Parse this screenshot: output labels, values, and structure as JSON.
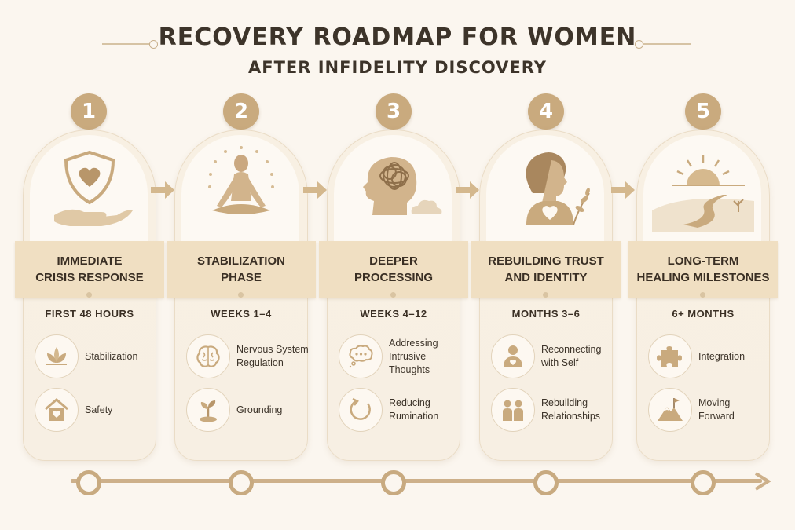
{
  "title": "RECOVERY ROADMAP FOR WOMEN",
  "subtitle": "AFTER INFIDELITY DISCOVERY",
  "colors": {
    "accent": "#c9aa7e",
    "banner": "#f0dfc2",
    "background": "#fbf6ef",
    "text": "#3b332b"
  },
  "stages": [
    {
      "number": "1",
      "title_line1": "IMMEDIATE",
      "title_line2": "CRISIS RESPONSE",
      "period": "FIRST 48 HOURS",
      "illustration": "heart-shield-hand-icon",
      "items": [
        {
          "icon": "lotus-icon",
          "line1": "Stabilization",
          "line2": ""
        },
        {
          "icon": "home-heart-icon",
          "line1": "Safety",
          "line2": ""
        }
      ]
    },
    {
      "number": "2",
      "title_line1": "STABILIZATION",
      "title_line2": "PHASE",
      "period": "WEEKS 1–4",
      "illustration": "meditating-woman-icon",
      "items": [
        {
          "icon": "brain-icon",
          "line1": "Nervous System",
          "line2": "Regulation"
        },
        {
          "icon": "sprout-icon",
          "line1": "Grounding",
          "line2": ""
        }
      ]
    },
    {
      "number": "3",
      "title_line1": "DEEPER",
      "title_line2": "PROCESSING",
      "period": "WEEKS 4–12",
      "illustration": "head-tangled-thoughts-icon",
      "items": [
        {
          "icon": "thought-bubble-icon",
          "line1": "Addressing",
          "line2": "Intrusive Thoughts"
        },
        {
          "icon": "circular-arrow-icon",
          "line1": "Reducing",
          "line2": "Rumination"
        }
      ]
    },
    {
      "number": "4",
      "title_line1": "REBUILDING TRUST",
      "title_line2": "AND IDENTITY",
      "period": "MONTHS 3–6",
      "illustration": "woman-profile-heart-icon",
      "items": [
        {
          "icon": "person-heart-icon",
          "line1": "Reconnecting",
          "line2": "with Self"
        },
        {
          "icon": "two-people-icon",
          "line1": "Rebuilding",
          "line2": "Relationships"
        }
      ]
    },
    {
      "number": "5",
      "title_line1": "LONG-TERM",
      "title_line2": "HEALING MILESTONES",
      "period": "6+ MONTHS",
      "illustration": "sunrise-path-icon",
      "items": [
        {
          "icon": "puzzle-icon",
          "line1": "Integration",
          "line2": ""
        },
        {
          "icon": "mountain-flag-icon",
          "line1": "Moving",
          "line2": "Forward"
        }
      ]
    }
  ]
}
